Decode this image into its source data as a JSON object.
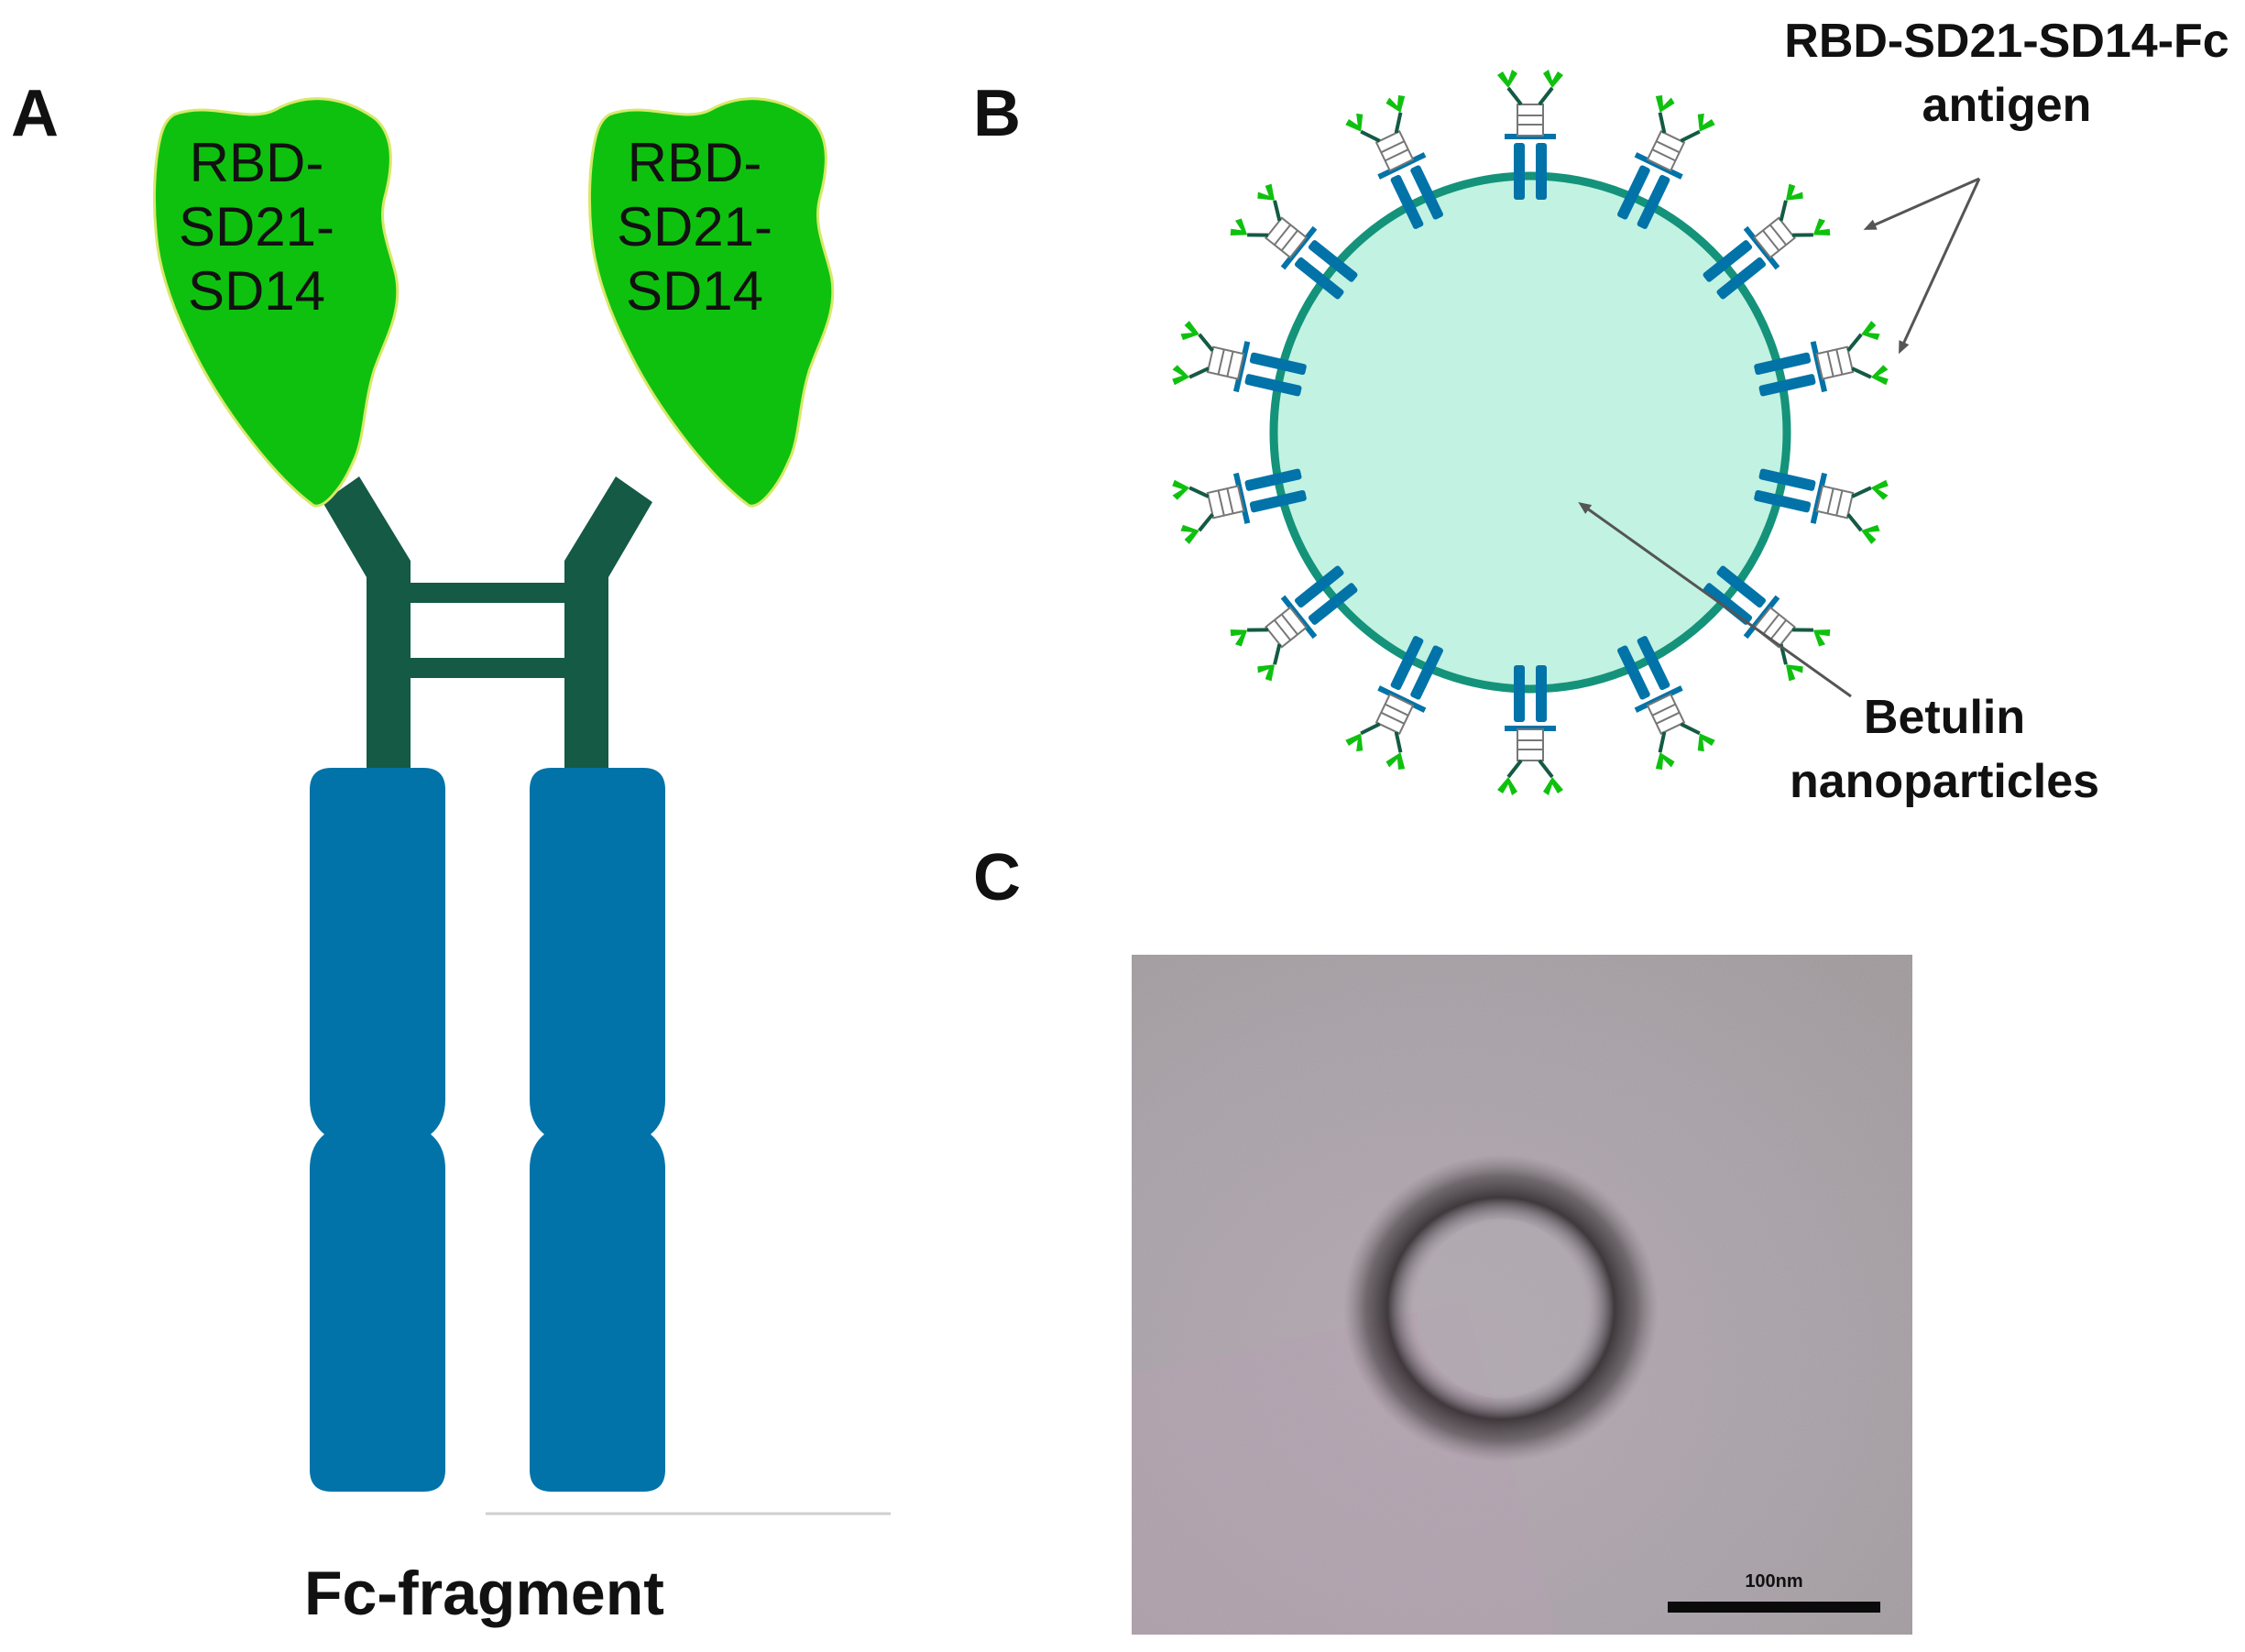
{
  "panels": {
    "a": "A",
    "b": "B",
    "c": "C"
  },
  "panel_a": {
    "left_domain": [
      "RBD-",
      "SD21-",
      "SD14"
    ],
    "right_domain": [
      "RBD-",
      "SD21-",
      "SD14"
    ],
    "fc_label": "Fc-fragment"
  },
  "panel_b": {
    "antigen_label": [
      "RBD-SD21-SD14-Fc",
      "antigen"
    ],
    "core_label": [
      "Betulin",
      "nanoparticles"
    ],
    "antigen_count": 14
  },
  "panel_c": {
    "scale_bar": "100nm"
  },
  "colors": {
    "domain_green": "#0fc10f",
    "hinge_dark": "#145a45",
    "fc_blue": "#0173a8",
    "core_fill": "#c2f2e2",
    "core_stroke": "#14937a",
    "micrograph_bg": "#a49aa4"
  }
}
